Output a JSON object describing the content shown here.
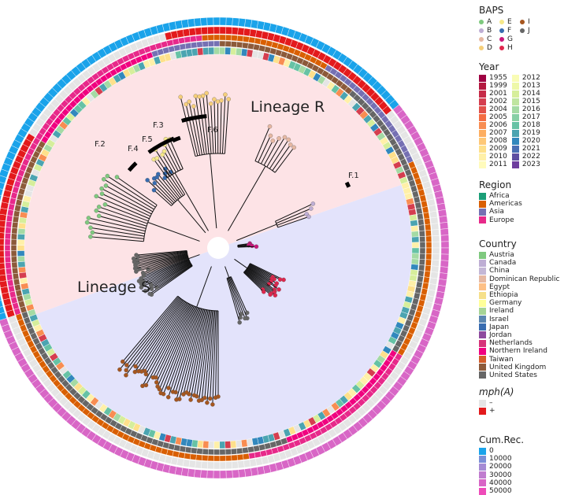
{
  "clade_labels": [
    "Lineage R",
    "Lineage S"
  ],
  "feature_labels": [
    "F.1",
    "F.2",
    "F.3",
    "F.4",
    "F.5",
    "F.6"
  ],
  "legends": {
    "baps": {
      "title": "BAPS",
      "items": [
        {
          "label": "A",
          "color": "#7fc97f"
        },
        {
          "label": "E",
          "color": "#f6e88a"
        },
        {
          "label": "I",
          "color": "#a6561f"
        },
        {
          "label": "B",
          "color": "#beaed4"
        },
        {
          "label": "F",
          "color": "#386cb0"
        },
        {
          "label": "J",
          "color": "#666666"
        },
        {
          "label": "C",
          "color": "#e6b8a2"
        },
        {
          "label": "G",
          "color": "#c9177c"
        },
        {
          "label": "",
          "color": ""
        },
        {
          "label": "D",
          "color": "#f6cf7a"
        },
        {
          "label": "H",
          "color": "#e0264d"
        },
        {
          "label": "",
          "color": ""
        }
      ]
    },
    "year": {
      "title": "Year",
      "col1": [
        {
          "label": "1955",
          "color": "#9e0142"
        },
        {
          "label": "1999",
          "color": "#b3183f"
        },
        {
          "label": "2001",
          "color": "#c62a47"
        },
        {
          "label": "2002",
          "color": "#d53e4f"
        },
        {
          "label": "2004",
          "color": "#e2514a"
        },
        {
          "label": "2005",
          "color": "#f46d43"
        },
        {
          "label": "2006",
          "color": "#f88d52"
        },
        {
          "label": "2007",
          "color": "#fdae61"
        },
        {
          "label": "2008",
          "color": "#fec877"
        },
        {
          "label": "2009",
          "color": "#fee08b"
        },
        {
          "label": "2010",
          "color": "#fff0a8"
        },
        {
          "label": "2011",
          "color": "#fffbbc"
        }
      ],
      "col2": [
        {
          "label": "2012",
          "color": "#f9fcb5"
        },
        {
          "label": "2013",
          "color": "#eef8a8"
        },
        {
          "label": "2014",
          "color": "#d6ee9b"
        },
        {
          "label": "2015",
          "color": "#bfe5a0"
        },
        {
          "label": "2016",
          "color": "#a4daa4"
        },
        {
          "label": "2017",
          "color": "#86cfa5"
        },
        {
          "label": "2018",
          "color": "#66c2a5"
        },
        {
          "label": "2019",
          "color": "#4ba4b1"
        },
        {
          "label": "2020",
          "color": "#3288bd"
        },
        {
          "label": "2021",
          "color": "#4a6fb4"
        },
        {
          "label": "2022",
          "color": "#5e4fa2"
        },
        {
          "label": "2023",
          "color": "#6e3e9e"
        }
      ]
    },
    "region": {
      "title": "Region",
      "items": [
        {
          "label": "Africa",
          "color": "#1b9e77"
        },
        {
          "label": "Americas",
          "color": "#d95f02"
        },
        {
          "label": "Asia",
          "color": "#7570b3"
        },
        {
          "label": "Europe",
          "color": "#e7298a"
        }
      ]
    },
    "country": {
      "title": "Country",
      "items": [
        {
          "label": "Austria",
          "color": "#7fc97f"
        },
        {
          "label": "Canada",
          "color": "#beaed4"
        },
        {
          "label": "China",
          "color": "#c4b7d6"
        },
        {
          "label": "Dominican Republic",
          "color": "#e6b8a2"
        },
        {
          "label": "Egypt",
          "color": "#fdc086"
        },
        {
          "label": "Ethiopia",
          "color": "#f6e08a"
        },
        {
          "label": "Germany",
          "color": "#ffff99"
        },
        {
          "label": "Ireland",
          "color": "#a6d496"
        },
        {
          "label": "Israel",
          "color": "#5b86b0"
        },
        {
          "label": "Japan",
          "color": "#386cb0"
        },
        {
          "label": "Jordan",
          "color": "#8e4a9e"
        },
        {
          "label": "Netherlands",
          "color": "#d6337a"
        },
        {
          "label": "Northern Ireland",
          "color": "#f0027f"
        },
        {
          "label": "Taiwan",
          "color": "#d45d2a"
        },
        {
          "label": "United Kingdom",
          "color": "#8c5a3a"
        },
        {
          "label": "United States",
          "color": "#666666"
        }
      ]
    },
    "mph": {
      "title": "mph(A)",
      "items": [
        {
          "label": "–",
          "color": "#e5e5e5"
        },
        {
          "label": "+",
          "color": "#e31a1c"
        }
      ]
    },
    "cumrec": {
      "title": "Cum.Rec.",
      "items": [
        {
          "label": "0",
          "color": "#1aa3ea"
        },
        {
          "label": "10000",
          "color": "#7b8fd7"
        },
        {
          "label": "20000",
          "color": "#a58bd4"
        },
        {
          "label": "30000",
          "color": "#c07ccf"
        },
        {
          "label": "40000",
          "color": "#d866c6"
        },
        {
          "label": "50000",
          "color": "#ee4bb9"
        }
      ]
    }
  }
}
